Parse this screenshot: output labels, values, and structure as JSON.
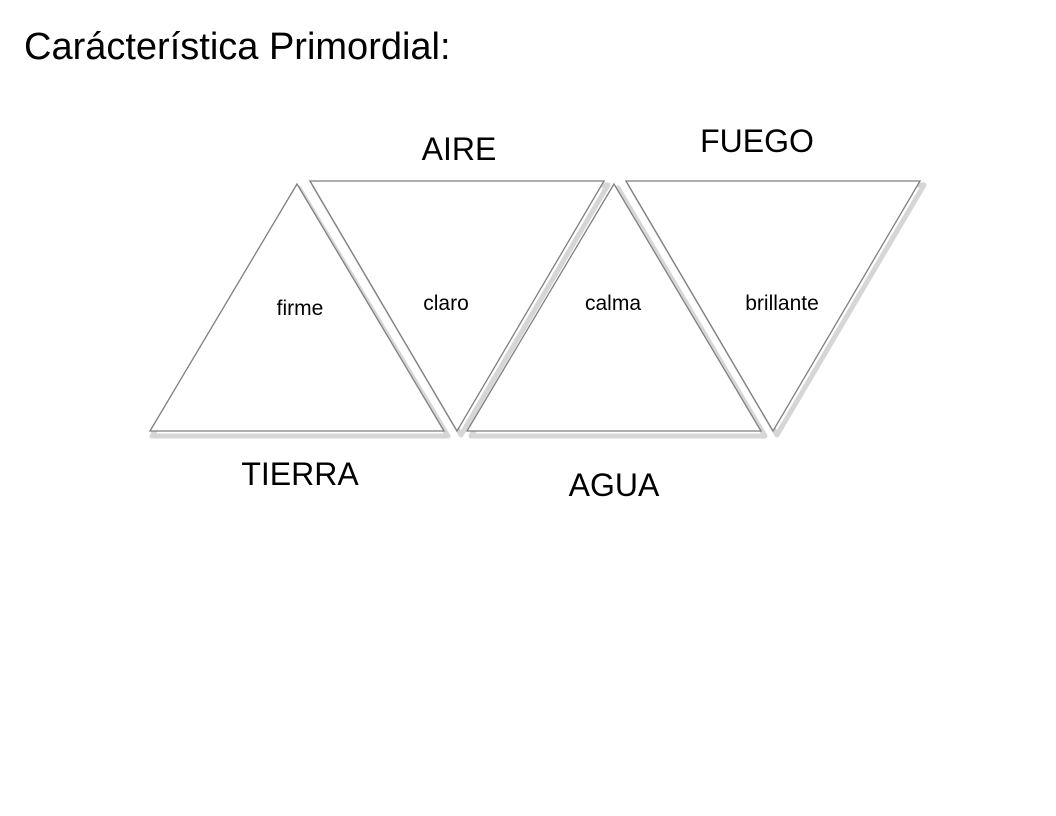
{
  "title": "Carácterística Primordial:",
  "elements": {
    "air": "AIRE",
    "fire": "FUEGO",
    "earth": "TIERRA",
    "water": "AGUA"
  },
  "qualities": {
    "earth": "firme",
    "air": "claro",
    "water": "calma",
    "fire": "brillante"
  },
  "colors": {
    "outline": "#7f7f7f",
    "shadow": "#d6d6d6",
    "text": "#000000",
    "background": "#ffffff"
  }
}
